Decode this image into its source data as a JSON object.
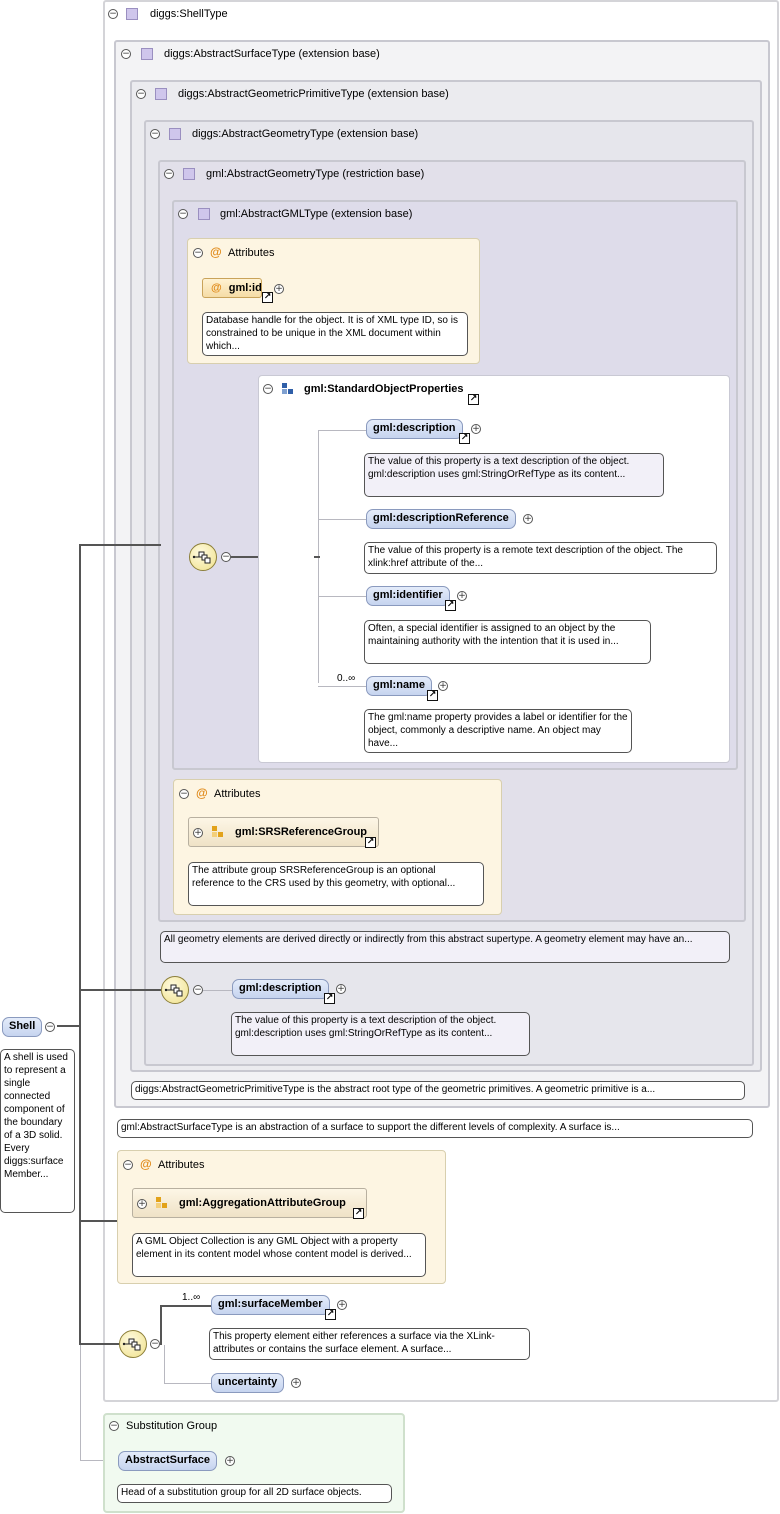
{
  "frames": {
    "shell_type": "diggs:ShellType",
    "abstract_surface_type": "diggs:AbstractSurfaceType (extension base)",
    "abstract_geometric_primitive_type": "diggs:AbstractGeometricPrimitiveType (extension base)",
    "diggs_abstract_geometry_type": "diggs:AbstractGeometryType (extension base)",
    "gml_abstract_geometry_type": "gml:AbstractGeometryType (restriction base)",
    "gml_abstract_gml_type": "gml:AbstractGMLType (extension base)"
  },
  "attributes_label": "Attributes",
  "gml_id": {
    "name": "gml:id",
    "doc": "Database handle for the object. It is of XML type ID, so is constrained to be unique in the XML document within which..."
  },
  "standard_object_properties": {
    "name": "gml:StandardObjectProperties",
    "items": [
      {
        "name": "gml:description",
        "occ": "",
        "doc": "The value of this property is a text description of the object. gml:description uses gml:StringOrRefType as its content..."
      },
      {
        "name": "gml:descriptionReference",
        "occ": "",
        "doc": "The value of this property is a remote text description of the object. The xlink:href attribute of the..."
      },
      {
        "name": "gml:identifier",
        "occ": "",
        "doc": "Often, a special identifier is assigned to an object by the maintaining authority with the intention that it is used in..."
      },
      {
        "name": "gml:name",
        "occ": "0..∞",
        "doc": "The gml:name property provides a label or identifier for the object, commonly a descriptive name. An object may have..."
      }
    ]
  },
  "srs_reference_group": {
    "name": "gml:SRSReferenceGroup",
    "doc": "The attribute group SRSReferenceGroup is an optional reference to the CRS used by this geometry, with optional..."
  },
  "gml_geometry_doc": "All geometry elements are derived directly or indirectly from this abstract supertype. A geometry element may have an...",
  "diggs_description": {
    "name": "gml:description",
    "doc": "The value of this property is a text description of the object. gml:description uses gml:StringOrRefType as its content..."
  },
  "primitive_doc": "diggs:AbstractGeometricPrimitiveType is the abstract root type of the geometric primitives. A geometric primitive is a...",
  "surface_doc": "gml:AbstractSurfaceType is an abstraction of a surface to support the different levels of complexity. A surface is...",
  "aggregation_attribute_group": {
    "name": "gml:AggregationAttributeGroup",
    "doc": "A GML Object Collection is any GML Object with a property element in its content model whose content model is derived..."
  },
  "surface_member": {
    "name": "gml:surfaceMember",
    "occ": "1..∞",
    "doc": "This property element either references a surface via the XLink-attributes or contains the surface element. A surface..."
  },
  "uncertainty": {
    "name": "uncertainty"
  },
  "shell": {
    "name": "Shell",
    "doc": "A shell is used to represent a single connected component of the boundary of a 3D solid. Every diggs:surface Member..."
  },
  "substitution_group": {
    "title": "Substitution Group",
    "element": "AbstractSurface",
    "doc": "Head of a substitution group for all 2D surface objects."
  },
  "colors": {
    "element_fill": "#c6d4ef",
    "attribute_fill": "#fdf5e2",
    "substitution_fill": "#f1faf0",
    "type_icon": "#cfc6ec"
  }
}
